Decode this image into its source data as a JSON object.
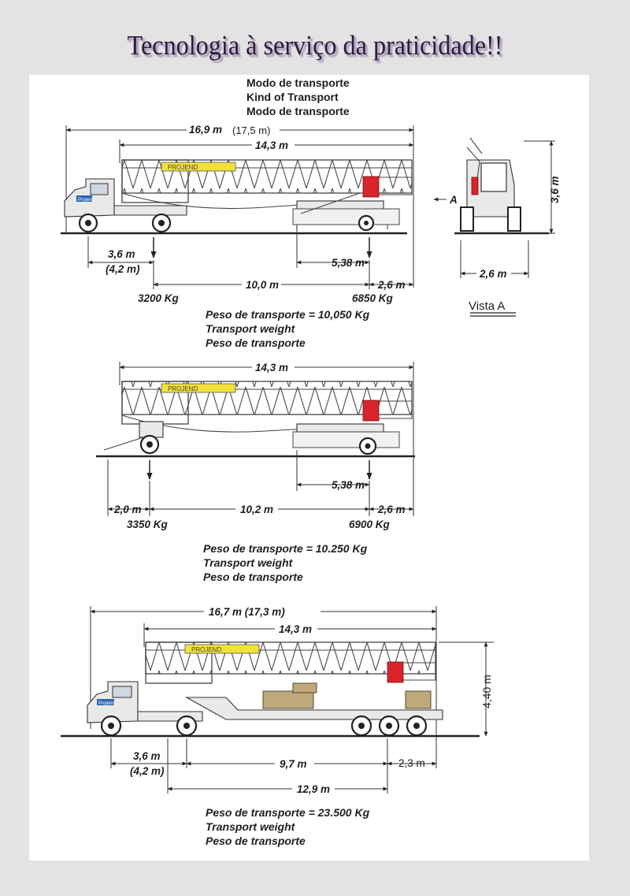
{
  "title": "Tecnologia à serviço da praticidade!!",
  "transport_mode": [
    "Modo de transporte",
    "Kind of Transport",
    "Modo de transporte"
  ],
  "logo_text": "Projend",
  "boom_label": "PROJEND",
  "config1": {
    "total_length": "16,9 m",
    "total_length_alt": "(17,5 m)",
    "boom_length": "14,3 m",
    "front_overhang": "3,6 m",
    "front_overhang_alt": "(4,2 m)",
    "rear_offset": "5,38 m",
    "wheelbase": "10,0 m",
    "rear_overhang": "2,6 m",
    "front_load": "3200 Kg",
    "rear_load": "6850 Kg",
    "height": "3,6 m",
    "view_arrow": "A",
    "width": "2,6 m",
    "view_caption": "Vista A",
    "weight_lines": [
      "Peso de transporte = 10,050 Kg",
      "Transport weight",
      "Peso de transporte"
    ]
  },
  "config2": {
    "boom_length": "14,3 m",
    "front_overhang": "2,0 m",
    "rear_offset": "5,38 m",
    "wheelbase": "10,2 m",
    "rear_overhang": "2,6 m",
    "front_load": "3350 Kg",
    "rear_load": "6900 Kg",
    "weight_lines": [
      "Peso de transporte = 10.250 Kg",
      "Transport weight",
      "Peso de transporte"
    ]
  },
  "config3": {
    "total_length": "16,7 m (17,3 m)",
    "boom_length": "14,3 m",
    "height": "4,40 m",
    "front_overhang": "3,6 m",
    "front_overhang_alt": "(4,2 m)",
    "wheelbase": "9,7 m",
    "rear_overhang": "2,3 m",
    "overall": "12,9 m",
    "weight_lines": [
      "Peso de transporte = 23.500 Kg",
      "Transport weight",
      "Peso de transporte"
    ]
  }
}
